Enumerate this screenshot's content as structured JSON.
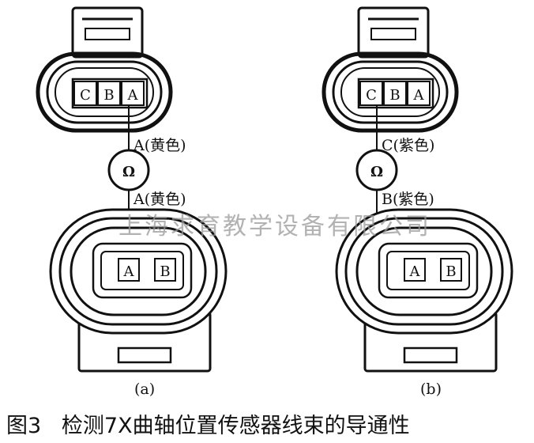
{
  "diagram_a": {
    "caption": "(a)",
    "top_pins": [
      "C",
      "B",
      "A"
    ],
    "bottom_pins": [
      "A",
      "B"
    ],
    "wire_top_label": "A(黄色)",
    "wire_bottom_label": "A(黄色)",
    "meter_symbol": "Ω"
  },
  "diagram_b": {
    "caption": "(b)",
    "top_pins": [
      "C",
      "B",
      "A"
    ],
    "bottom_pins": [
      "A",
      "B"
    ],
    "wire_top_label": "C(紫色)",
    "wire_bottom_label": "B(紫色)",
    "meter_symbol": "Ω"
  },
  "watermark": "上海求育教学设备有限公司",
  "figure_caption": "图3   检测7X曲轴位置传感器线束的导通性"
}
